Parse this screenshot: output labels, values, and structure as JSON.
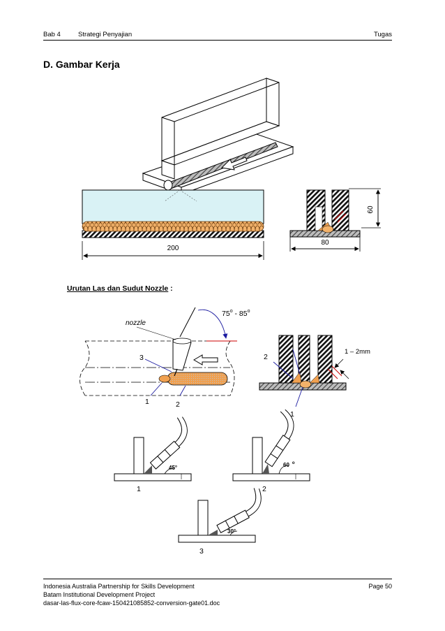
{
  "header": {
    "chapter": "Bab 4",
    "section": "Strategi Penyajian",
    "right": "Tugas"
  },
  "title": "D. Gambar Kerja",
  "drawing1": {
    "dim_length": "200",
    "dim_width": "80",
    "dim_height": "60"
  },
  "subtitle": {
    "underlined": "Urutan Las dan Sudut Nozzle",
    "suffix": " :"
  },
  "drawing2": {
    "nozzle_label": "nozzle",
    "angle_label_a": "75",
    "angle_label_b": " - 85",
    "deg_mark": "o",
    "n1": "1",
    "n2": "2",
    "n3": "3",
    "gap_label": "1 – 2mm"
  },
  "drawing3": {
    "angle1": "45°",
    "angle2": "60",
    "angle2_mark": "o",
    "angle3": "30°",
    "n1": "1",
    "n2": "2",
    "n3": "3"
  },
  "footer": {
    "line1": "Indonesia Australia Partnership for Skills Development",
    "line2": "Batam Institutional Development Project",
    "line3": "dasar-las-flux-core-fcaw-150421085852-conversion-gate01.doc",
    "page": "Page 50"
  }
}
